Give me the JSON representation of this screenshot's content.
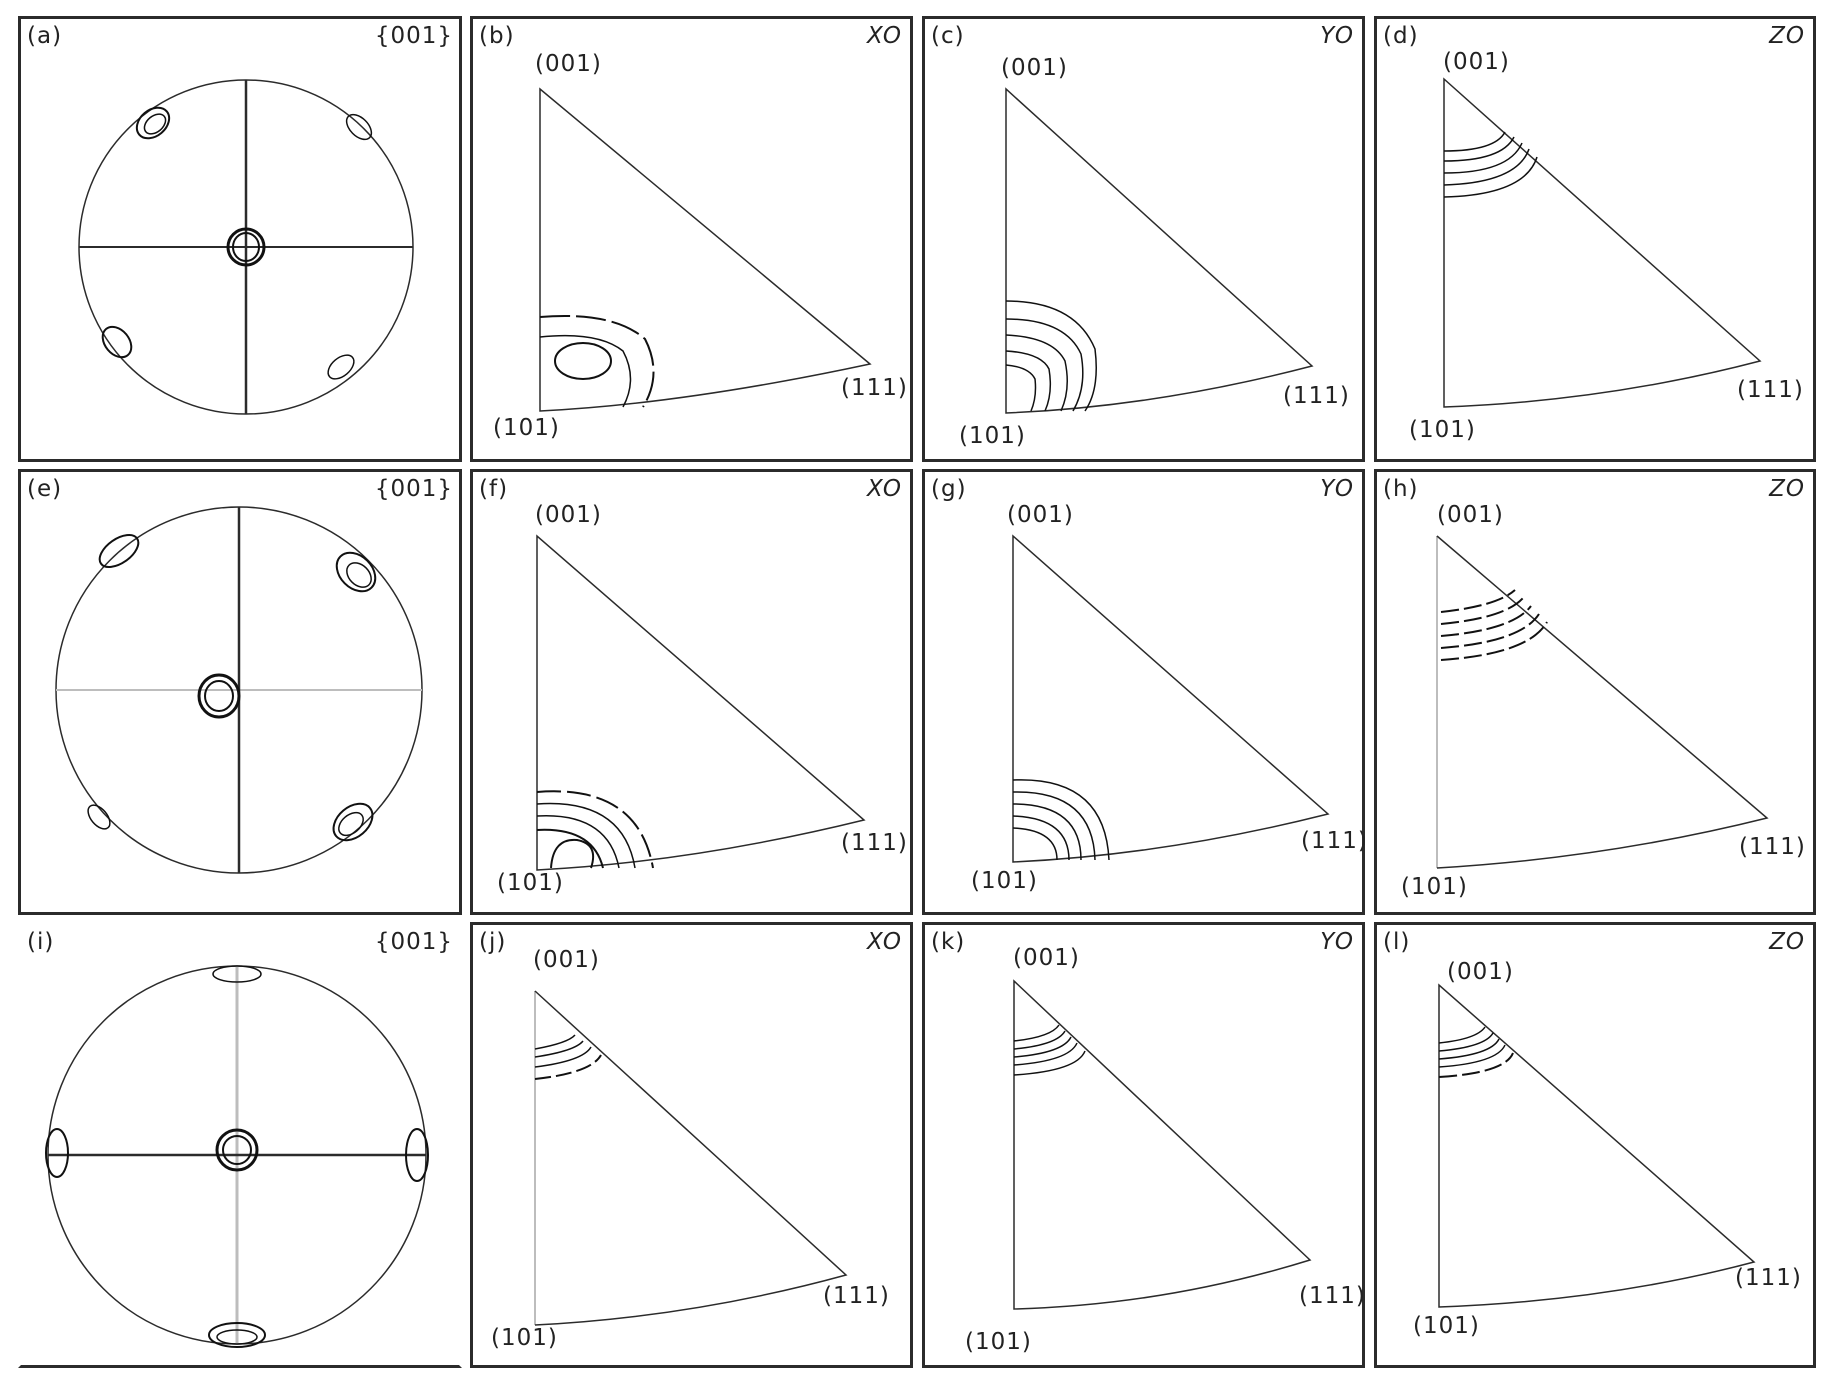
{
  "figure": {
    "rows": [
      {
        "row_id": "row-1",
        "pole_figure": {
          "letter": "(a)",
          "plane": "{001}"
        },
        "ipfs": [
          {
            "letter": "(b)",
            "axis": "XO",
            "v_top": "(001)",
            "v_bl": "(101)",
            "v_br": "(111)"
          },
          {
            "letter": "(c)",
            "axis": "YO",
            "v_top": "(001)",
            "v_bl": "(101)",
            "v_br": "(111)"
          },
          {
            "letter": "(d)",
            "axis": "ZO",
            "v_top": "(001)",
            "v_bl": "(101)",
            "v_br": "(111)"
          }
        ]
      },
      {
        "row_id": "row-2",
        "pole_figure": {
          "letter": "(e)",
          "plane": "{001}"
        },
        "ipfs": [
          {
            "letter": "(f)",
            "axis": "XO",
            "v_top": "(001)",
            "v_bl": "(101)",
            "v_br": "(111)"
          },
          {
            "letter": "(g)",
            "axis": "YO",
            "v_top": "(001)",
            "v_bl": "(101)",
            "v_br": "(111)"
          },
          {
            "letter": "(h)",
            "axis": "ZO",
            "v_top": "(001)",
            "v_bl": "(101)",
            "v_br": "(111)"
          }
        ]
      },
      {
        "row_id": "row-3",
        "pole_figure": {
          "letter": "(i)",
          "plane": "{001}"
        },
        "ipfs": [
          {
            "letter": "(j)",
            "axis": "XO",
            "v_top": "(001)",
            "v_bl": "(101)",
            "v_br": "(111)"
          },
          {
            "letter": "(k)",
            "axis": "YO",
            "v_top": "(001)",
            "v_bl": "(101)",
            "v_br": "(111)"
          },
          {
            "letter": "(l)",
            "axis": "ZO",
            "v_top": "(001)",
            "v_bl": "(101)",
            "v_br": "(111)"
          }
        ]
      }
    ]
  },
  "colors": {
    "line": "#2b2b2b",
    "light_axis": "#bdbdbd",
    "background": "#ffffff"
  }
}
